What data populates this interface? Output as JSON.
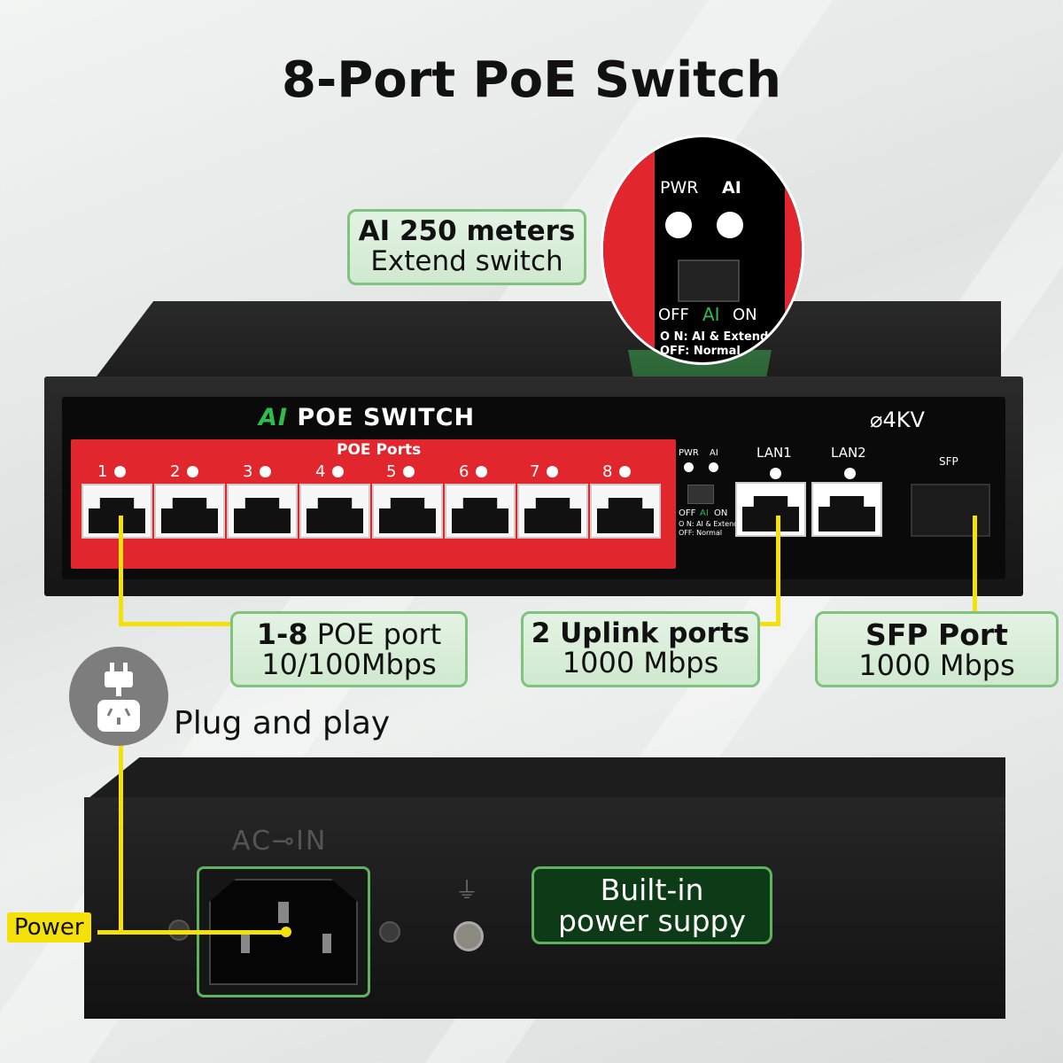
{
  "title": "8-Port PoE Switch",
  "ai_callout": {
    "line1": "AI 250 meters",
    "line2": "Extend switch"
  },
  "zoom": {
    "pwr": "PWR",
    "ai": "AI",
    "off": "OFF",
    "ai_mid": "AI",
    "on": "ON",
    "on_desc": "O  N: AI & Extend",
    "off_desc": "OFF: Normal"
  },
  "front": {
    "brand_ai": "AI",
    "brand": " POE SWITCH",
    "kv": "⌀4KV",
    "poe_label": "POE Ports",
    "ports": [
      "1",
      "2",
      "3",
      "4",
      "5",
      "6",
      "7",
      "8"
    ],
    "mini_pwr": "PWR",
    "mini_ai": "AI",
    "mini_off": "OFF",
    "mini_ai_mid": "AI",
    "mini_on": "ON",
    "mini_on_desc": "O N: AI & Extend",
    "mini_off_desc": "OFF: Normal",
    "lan1": "LAN1",
    "lan2": "LAN2",
    "sfp": "SFP"
  },
  "callouts": {
    "poe": {
      "bold": "1-8",
      "rest": " POE port",
      "line2": "10/100Mbps"
    },
    "uplink": {
      "line1": "2 Uplink ports",
      "line2": "1000 Mbps"
    },
    "sfp": {
      "line1": "SFP Port",
      "line2": "1000 Mbps"
    }
  },
  "plug": {
    "label": "Plug and play"
  },
  "rear": {
    "acin": "AC⊸IN",
    "ground": "⏚",
    "builtin_line1": "Built-in",
    "builtin_line2": "power suppy",
    "power": "Power"
  },
  "colors": {
    "accent_green": "#2ebd4c",
    "red_panel": "#e2262e",
    "yellow_line": "#f5e10a",
    "callout_border": "#7fc37f"
  }
}
